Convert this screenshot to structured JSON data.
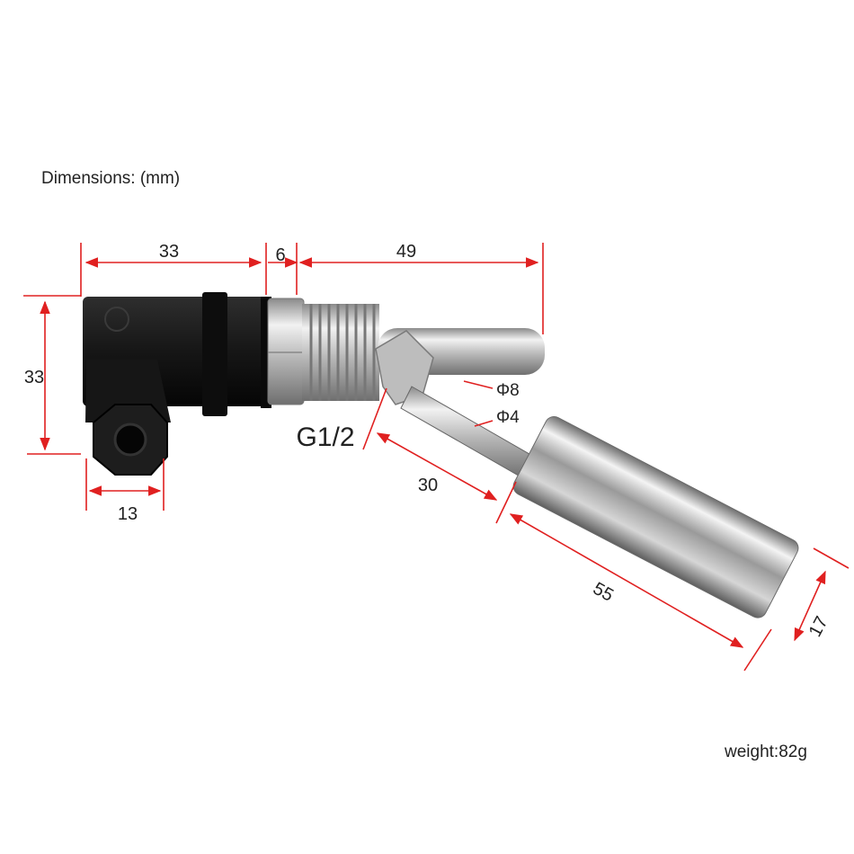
{
  "header": {
    "title": "Dimensions: (mm)"
  },
  "footer": {
    "weight": "weight:82g"
  },
  "dimensions": {
    "housing_length": "33",
    "nut_width": "6",
    "stem_length": "49",
    "housing_height": "33",
    "gland_width": "13",
    "thread": "G1/2",
    "stem_dia": "Φ8",
    "rod_dia": "Φ4",
    "rod_length": "30",
    "float_length": "55",
    "float_dia": "17"
  },
  "colors": {
    "dimension_line": "#e02020",
    "plastic": "#1c1c1c",
    "steel": "#c8c8c8"
  }
}
